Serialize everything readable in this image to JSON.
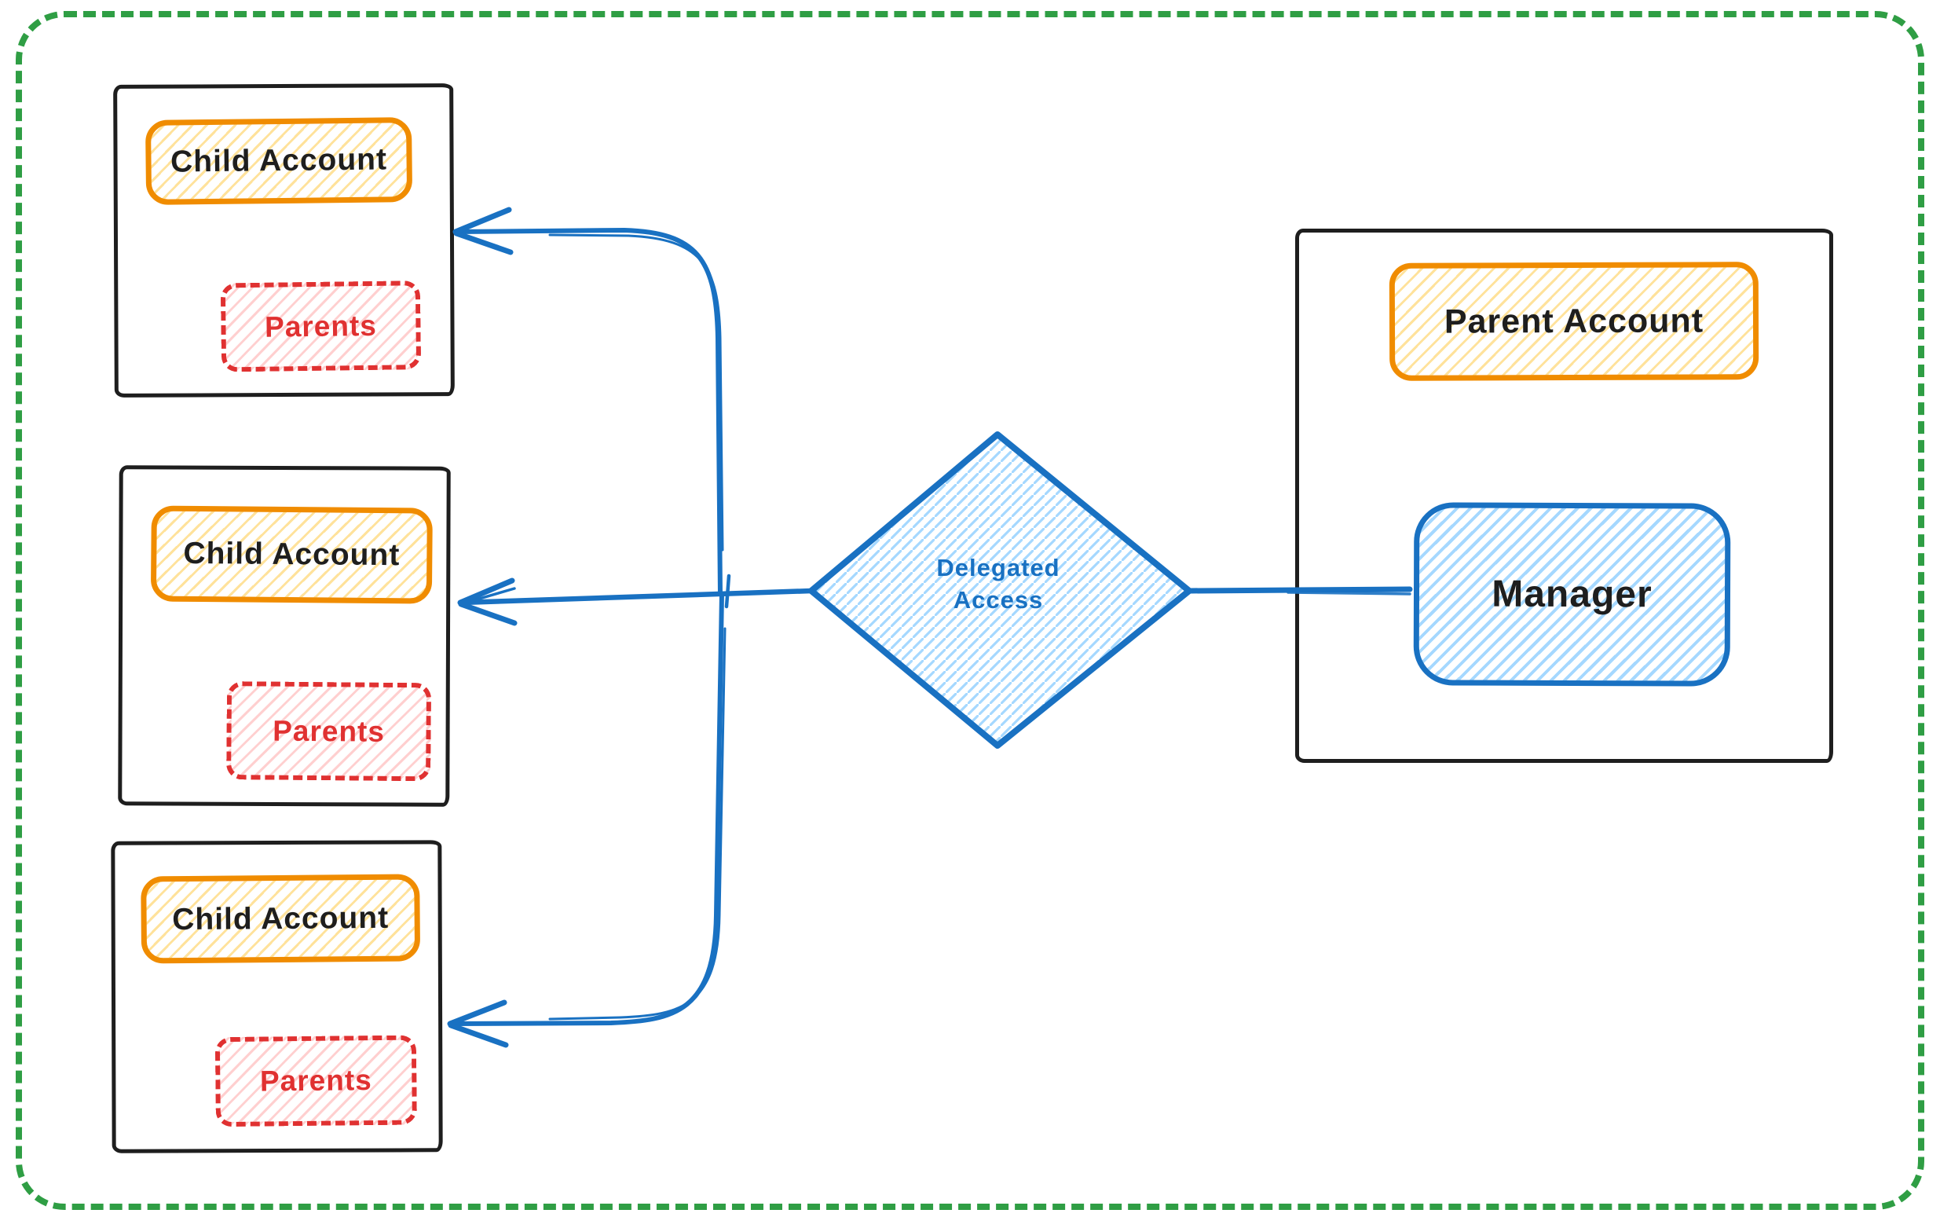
{
  "diagram": {
    "kind": "hand-drawn-flow-diagram",
    "child_accounts": [
      {
        "account_label": "Child Account",
        "parents_label": "Parents"
      },
      {
        "account_label": "Child Account",
        "parents_label": "Parents"
      },
      {
        "account_label": "Child Account",
        "parents_label": "Parents"
      }
    ],
    "parent_account": {
      "account_label": "Parent Account",
      "manager_label": "Manager"
    },
    "decision_diamond": {
      "label": "Delegated Access"
    },
    "colors": {
      "green_border": "#2f9e44",
      "black_stroke": "#1e1e1e",
      "orange_stroke": "#f08c00",
      "yellow_fill": "#ffe29b",
      "red_stroke": "#e03131",
      "pink_fill": "#ffcfcf",
      "blue_stroke": "#1971c2",
      "light_blue_fill": "#a5d8ff"
    }
  }
}
